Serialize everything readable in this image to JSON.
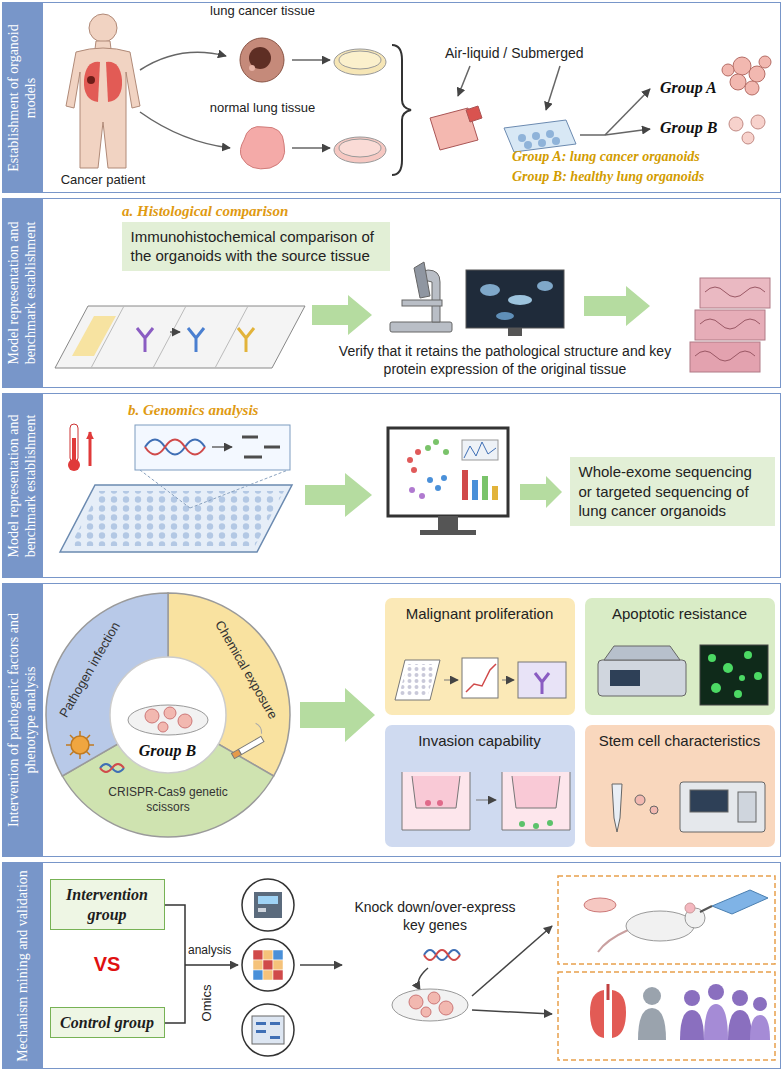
{
  "diagram": {
    "nodes": [
      {
        "text": [
          "Establishment of organoid models"
        ]
      },
      {
        "text": [
          "Model representation and benchmark establishment"
        ]
      },
      {
        "text": [
          "Immunohistochemical comparison of the organoids with the source tissue"
        ],
        "in": 1
      },
      {
        "text": [
          "Model representation and benchmark establishment"
        ]
      },
      {
        "text": [
          "Whole-exome sequencing or targeted sequencing of lung cancer organoids"
        ],
        "in": 3
      },
      {
        "text": [
          "Intervention of pathogenic factors and phenotype analysis"
        ]
      },
      {
        "text": [
          "Group B"
        ],
        "in": 5
      },
      {
        "text": [
          "Malignant proliferation"
        ],
        "in": 5
      },
      {
        "text": [
          "Apoptotic resistance"
        ],
        "in": 5
      },
      {
        "text": [
          "Invasion capability"
        ],
        "in": 5
      },
      {
        "text": [
          "Stem cell characteristics"
        ],
        "in": 5
      },
      {
        "text": [
          "Mechanism mining and validation"
        ]
      },
      {
        "text": [
          "Intervention group"
        ],
        "in": 11
      },
      {
        "text": [
          "Control group"
        ],
        "in": 11
      }
    ],
    "labels": [
      "lung cancer tissue",
      "normal lung tissue",
      "Cancer patient",
      "Air-liquid / Submerged",
      "Group A",
      "Group B",
      "Group A: lung cancer organoids",
      "Group B: healthy lung organoids",
      "a. Histological comparison",
      "Verify that it retains the pathological structure and key protein expression of the original tissue",
      "b. Genomics analysis",
      "Pathogen infection",
      "Chemical exposure",
      "CRISPR-Cas9 genetic scissors",
      "analysis",
      "Omics",
      "VS",
      "Knock down/over-express key genes"
    ]
  }
}
